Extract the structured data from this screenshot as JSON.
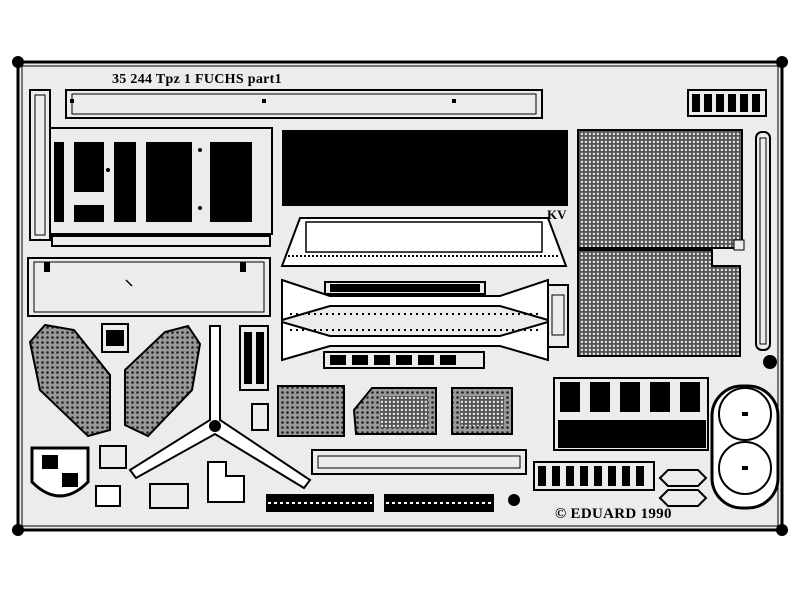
{
  "sheet": {
    "title": "35 244  Tpz 1 FUCHS  part1",
    "manufacturer": "© EDUARD 1990",
    "code": "KV",
    "colors": {
      "background": "#ffffff",
      "metal": "#ececec",
      "etch": "#000000"
    }
  }
}
